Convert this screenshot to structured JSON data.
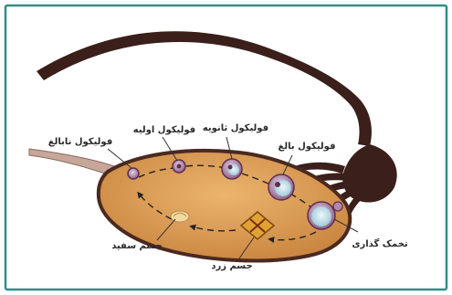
{
  "labels": {
    "primordial": "فولیکول نابالغ",
    "primary": "فولیکول اولیه",
    "secondary": "فولیکول ثانویه",
    "mature": "فولیکول بالغ",
    "ovulation": "تخمک گذاری",
    "corpus_albicans": "جسم سفید",
    "corpus_luteum": "جسم زرد"
  },
  "colors": {
    "frame": "#2f8f84",
    "tube": "#3a1f1a",
    "ovary_fill": "#d99b55",
    "ovary_rim": "#4a2a20",
    "ligament": "#c7a79a",
    "follicle": "#b08aa8",
    "follicle_rim": "#5e2f4e",
    "antrum": "#c9e6ef",
    "luteum": "#e0a233",
    "albicans": "#f2d9a0"
  }
}
